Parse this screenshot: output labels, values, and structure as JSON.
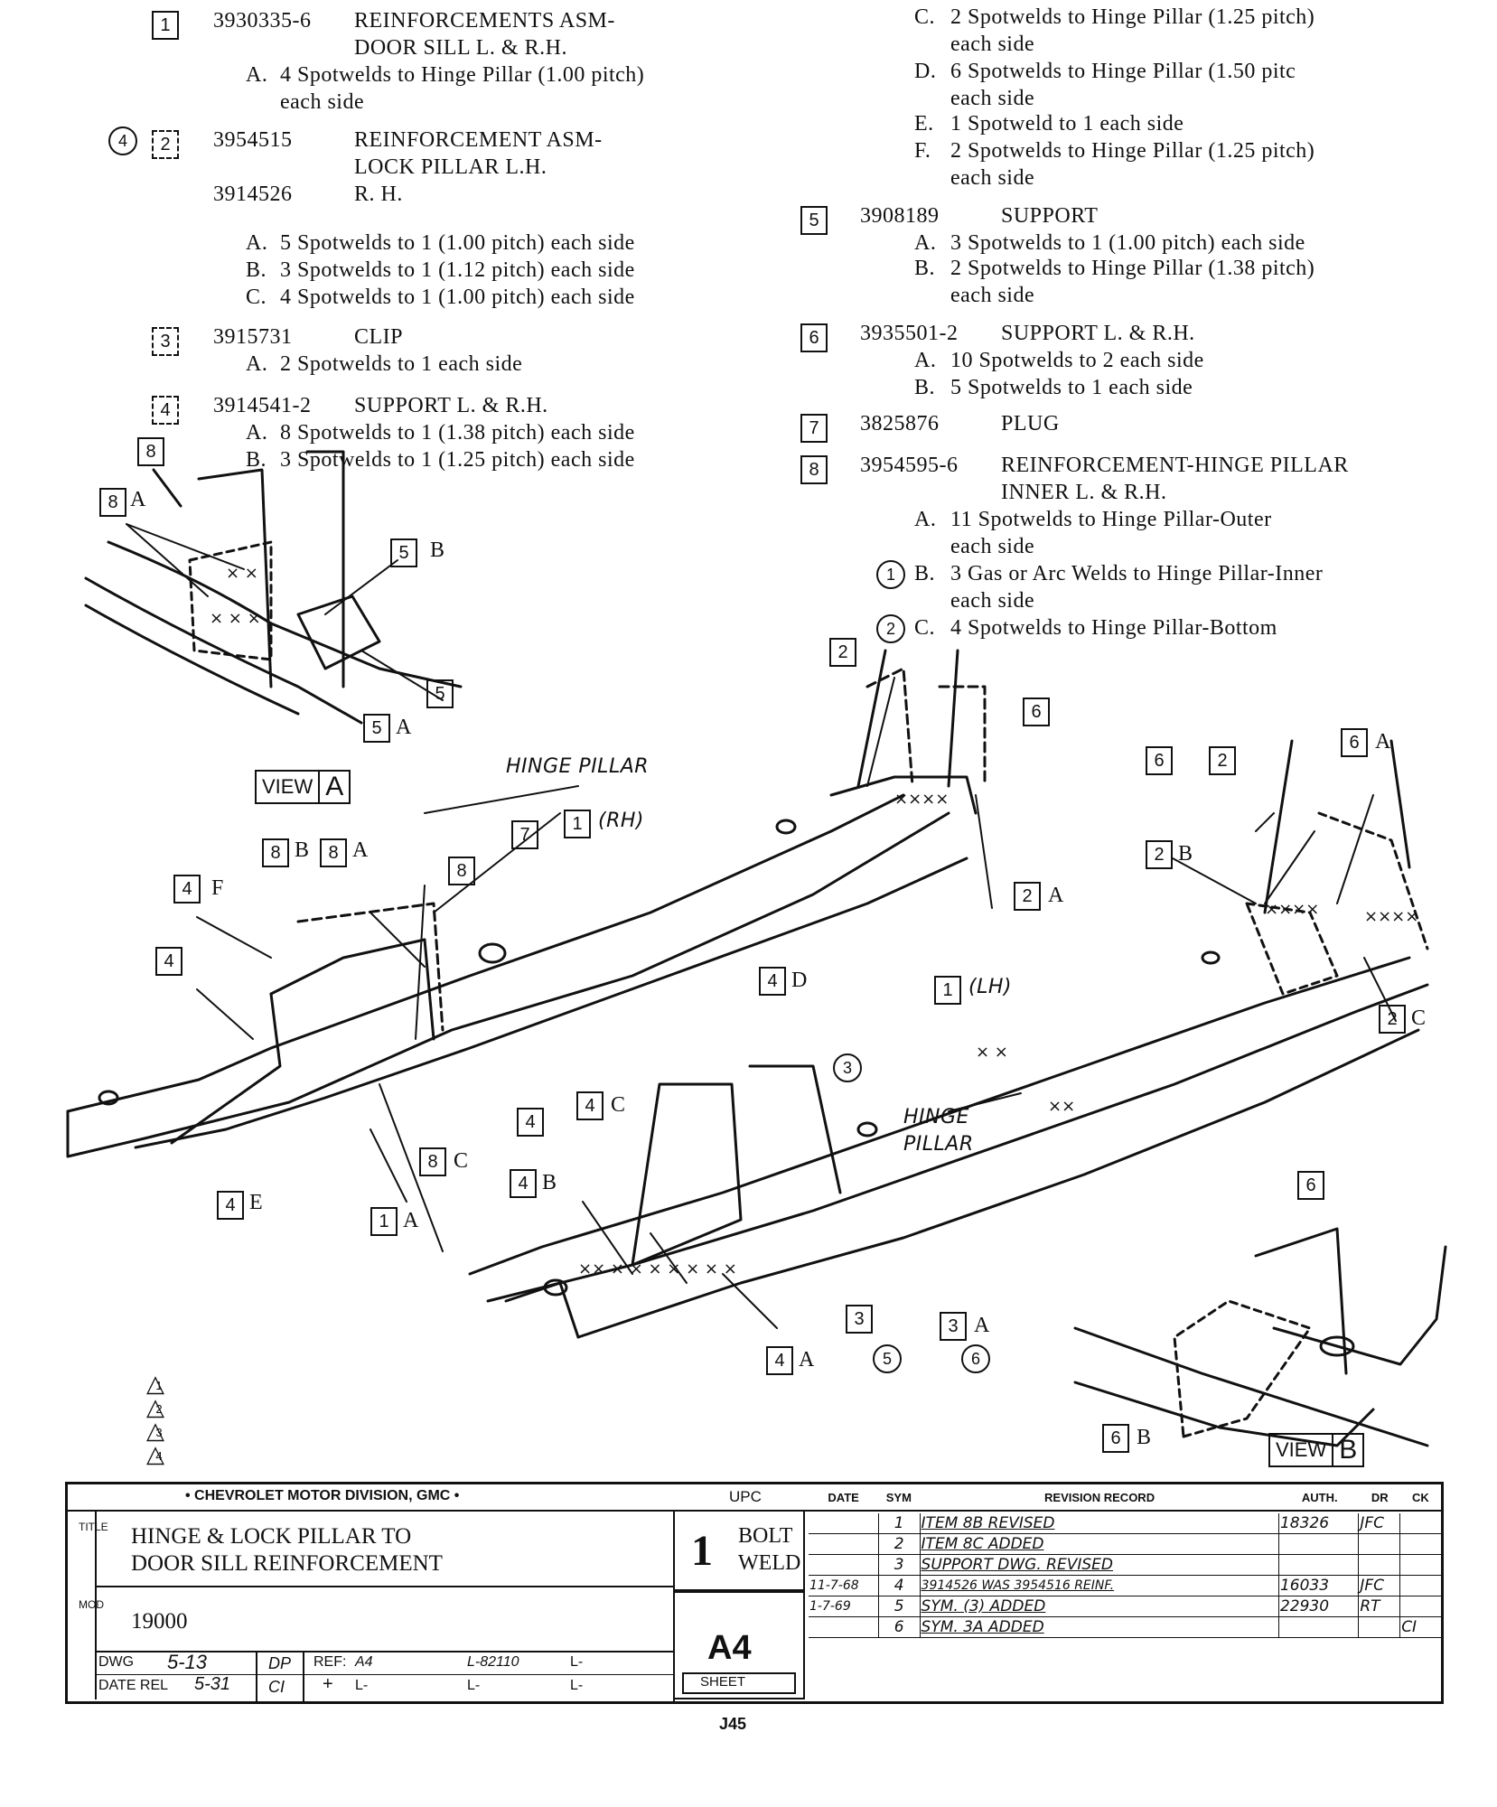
{
  "parts_list": [
    {
      "num": "1",
      "part": "3930335-6",
      "name": "REINFORCEMENTS ASM-",
      "name2": "DOOR SILL L. & R.H.",
      "welds": [
        {
          "letter": "A.",
          "text": "4 Spotwelds to Hinge Pillar (1.00 pitch)",
          "cont": "each side"
        }
      ]
    },
    {
      "num": "2",
      "sym": "4",
      "part": "3954515",
      "name": "REINFORCEMENT ASM-",
      "name2": "LOCK PILLAR L.H.",
      "part_b": "3914526",
      "name_b": "R. H.",
      "welds": [
        {
          "letter": "A.",
          "text": "5 Spotwelds to 1 (1.00 pitch) each side"
        },
        {
          "letter": "B.",
          "text": "3 Spotwelds to 1 (1.12 pitch) each side"
        },
        {
          "letter": "C.",
          "text": "4 Spotwelds to 1 (1.00 pitch) each side"
        }
      ]
    },
    {
      "num": "3",
      "part": "3915731",
      "name": "CLIP",
      "welds": [
        {
          "letter": "A.",
          "text": "2 Spotwelds to 1 each side"
        }
      ]
    },
    {
      "num": "4",
      "part": "3914541-2",
      "name": "SUPPORT L. & R.H.",
      "welds": [
        {
          "letter": "A.",
          "text": "8 Spotwelds to 1 (1.38 pitch) each side"
        },
        {
          "letter": "B.",
          "text": "3 Spotwelds to 1 (1.25 pitch) each side"
        }
      ]
    }
  ],
  "parts_list_right": {
    "cont_welds": [
      {
        "letter": "C.",
        "text": "2 Spotwelds to Hinge Pillar (1.25 pitch)",
        "cont": "each side"
      },
      {
        "letter": "D.",
        "text": "6 Spotwelds to Hinge Pillar (1.50 pitc",
        "cont": "each side"
      },
      {
        "letter": "E.",
        "text": "1 Spotweld to 1 each side"
      },
      {
        "letter": "F.",
        "text": "2 Spotwelds to Hinge Pillar (1.25 pitch)",
        "cont": "each side"
      }
    ],
    "items": [
      {
        "num": "5",
        "part": "3908189",
        "name": "SUPPORT",
        "welds": [
          {
            "letter": "A.",
            "text": "3 Spotwelds to 1 (1.00 pitch) each side"
          },
          {
            "letter": "B.",
            "text": "2 Spotwelds to Hinge Pillar (1.38 pitch)",
            "cont": "each side"
          }
        ]
      },
      {
        "num": "6",
        "part": "3935501-2",
        "name": "SUPPORT L. & R.H.",
        "welds": [
          {
            "letter": "A.",
            "text": "10 Spotwelds to 2 each side"
          },
          {
            "letter": "B.",
            "text": "5 Spotwelds to 1 each side"
          }
        ]
      },
      {
        "num": "7",
        "part": "3825876",
        "name": "PLUG"
      },
      {
        "num": "8",
        "part": "3954595-6",
        "name": "REINFORCEMENT-HINGE PILLAR",
        "name2": "INNER L. & R.H.",
        "welds": [
          {
            "letter": "A.",
            "text": "11 Spotwelds to Hinge Pillar-Outer",
            "cont": "each side"
          },
          {
            "sym": "1",
            "letter": "B.",
            "text": "3 Gas or Arc Welds to Hinge Pillar-Inner",
            "cont": "each side"
          },
          {
            "sym": "2",
            "letter": "C.",
            "text": "4 Spotwelds to Hinge Pillar-Bottom"
          }
        ]
      }
    ]
  },
  "callouts": {
    "view_a": "VIEW",
    "view_a_letter": "A",
    "view_b": "VIEW",
    "view_b_letter": "B",
    "hinge_pillar_top": "HINGE PILLAR",
    "hinge_pillar_mid1": "HINGE",
    "hinge_pillar_mid2": "PILLAR",
    "rh": "(RH)",
    "lh": "(LH)"
  },
  "title_block": {
    "division": "• CHEVROLET MOTOR DIVISION, GMC •",
    "upc_label": "UPC",
    "title_line1": "HINGE & LOCK PILLAR TO",
    "title_line2": "DOOR SILL REINFORCEMENT",
    "title_side": "TITLE",
    "mod_side": "MOD",
    "model": "19000",
    "upc_num": "1",
    "upc_text1": "BOLT",
    "upc_text2": "WELD",
    "sheet_code": "A4",
    "sheet_label": "SHEET",
    "dwg_label": "DWG",
    "dwg_value": "5-13",
    "date_rel_label": "DATE REL",
    "date_rel_value": "5-31",
    "dp": "DP",
    "ci": "CI",
    "ref_label": "REF:",
    "ref_value": "A4",
    "l_8210": "L-82110",
    "l1": "L-",
    "l2": "L-",
    "l3": "L-",
    "l4": "L-",
    "plus": "+",
    "col_date": "DATE",
    "col_sym": "SYM",
    "col_rev": "REVISION RECORD",
    "col_auth": "AUTH.",
    "col_dr": "DR",
    "col_ck": "CK",
    "revisions": [
      {
        "date": "",
        "sym": "1",
        "text": "ITEM 8B REVISED",
        "auth": "18326",
        "dr": "JFC",
        "ck": ""
      },
      {
        "date": "",
        "sym": "2",
        "text": "ITEM 8C ADDED",
        "auth": "",
        "dr": "",
        "ck": ""
      },
      {
        "date": "",
        "sym": "3",
        "text": "SUPPORT DWG. REVISED",
        "auth": "",
        "dr": "",
        "ck": ""
      },
      {
        "date": "11-7-68",
        "sym": "4",
        "text": "3914526 WAS 3954516 REINF.",
        "auth": "16033",
        "dr": "JFC",
        "ck": ""
      },
      {
        "date": "1-7-69",
        "sym": "5",
        "text": "SYM. (3) ADDED",
        "auth": "22930",
        "dr": "RT",
        "ck": ""
      },
      {
        "date": "",
        "sym": "6",
        "text": "SYM. 3A ADDED",
        "auth": "",
        "dr": "",
        "ck": "CI"
      }
    ]
  },
  "page_number": "J45",
  "revision_triangles": [
    "1",
    "2",
    "3",
    "4"
  ]
}
